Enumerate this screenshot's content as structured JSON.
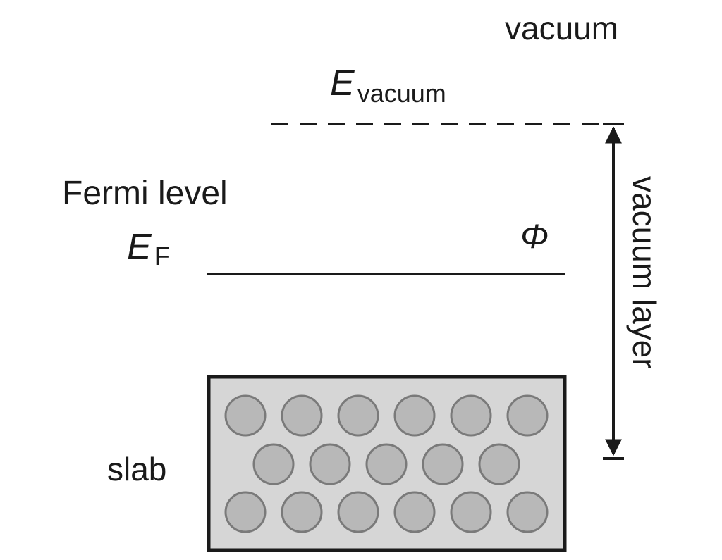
{
  "labels": {
    "vacuum": "vacuum",
    "e_vacuum_symbol": "E",
    "e_vacuum_subscript": "vacuum",
    "fermi_level": "Fermi level",
    "e_fermi_symbol": "E",
    "e_fermi_subscript": "F",
    "work_function": "Φ",
    "vacuum_layer": "vacuum layer",
    "slab": "slab"
  },
  "colors": {
    "line": "#1a1a1a",
    "slab_fill": "#d6d6d6",
    "atom_fill": "#b8b8b8",
    "atom_stroke": "#7a7a7a"
  },
  "slab": {
    "rows": [
      6,
      5,
      6
    ]
  }
}
